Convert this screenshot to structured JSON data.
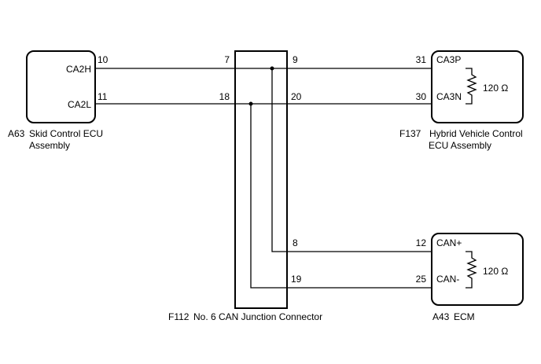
{
  "colors": {
    "line": "#000000",
    "background": "#ffffff"
  },
  "components": {
    "skid_ecu": {
      "code": "A63",
      "name_line1": "Skid Control ECU",
      "name_line2": "Assembly",
      "terminals": [
        {
          "pin": "10",
          "signal": "CA2H"
        },
        {
          "pin": "11",
          "signal": "CA2L"
        }
      ]
    },
    "junction": {
      "code": "F112",
      "name": "No. 6 CAN Junction Connector",
      "pins_left": [
        "7",
        "18"
      ],
      "pins_right": [
        "9",
        "20",
        "8",
        "19"
      ]
    },
    "hv_ecu": {
      "code": "F137",
      "name_line1": "Hybrid Vehicle Control",
      "name_line2": "ECU Assembly",
      "resistor": "120 Ω",
      "terminals": [
        {
          "pin": "31",
          "signal": "CA3P"
        },
        {
          "pin": "30",
          "signal": "CA3N"
        }
      ]
    },
    "ecm": {
      "code": "A43",
      "name": "ECM",
      "resistor": "120 Ω",
      "terminals": [
        {
          "pin": "12",
          "signal": "CAN+"
        },
        {
          "pin": "25",
          "signal": "CAN-"
        }
      ]
    }
  }
}
